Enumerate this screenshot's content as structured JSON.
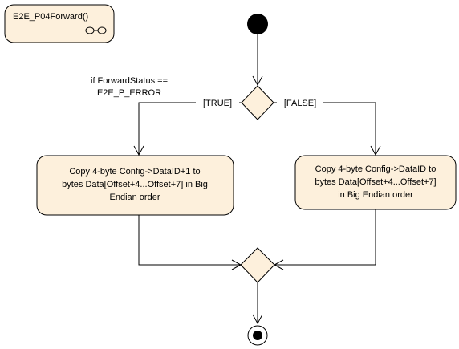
{
  "activity": {
    "name": "E2E_P04Forward()"
  },
  "decision": {
    "condition_line1": "if ForwardStatus ==",
    "condition_line2": "E2E_P_ERROR",
    "guard_true": "[TRUE]",
    "guard_false": "[FALSE]"
  },
  "actions": {
    "true_branch": {
      "line1": "Copy 4-byte Config->DataID+1 to",
      "line2": "bytes Data[Offset+4...Offset+7] in Big",
      "line3": "Endian order"
    },
    "false_branch": {
      "line1": "Copy 4-byte Config->DataID to",
      "line2": "bytes Data[Offset+4...Offset+7]",
      "line3": "in Big Endian order"
    }
  },
  "colors": {
    "node_fill": "#fdf0dc",
    "stroke": "#000000"
  }
}
